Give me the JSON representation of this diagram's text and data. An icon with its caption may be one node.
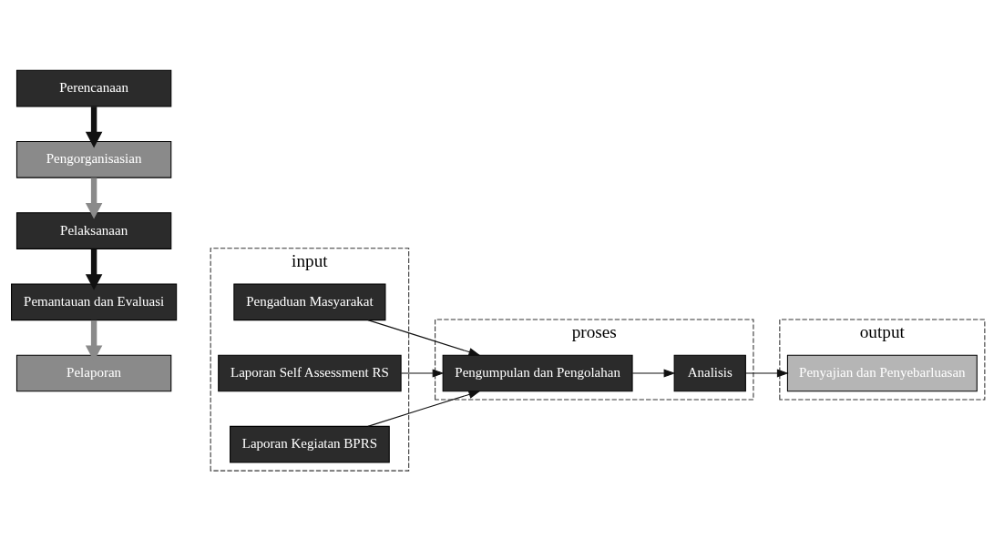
{
  "diagram": {
    "nodes": [
      {
        "text": [
          "Perencanaan"
        ]
      },
      {
        "text": [
          "Pengorganisasian"
        ]
      },
      {
        "text": [
          "Pelaksanaan"
        ]
      },
      {
        "text": [
          "Pemantauan dan Evaluasi"
        ]
      },
      {
        "text": [
          "Pelaporan"
        ]
      },
      {
        "text": [
          "input"
        ]
      },
      {
        "text": [
          "Pengaduan Masyarakat"
        ],
        "in": 5
      },
      {
        "text": [
          "Laporan Self Assessment RS"
        ],
        "in": 5
      },
      {
        "text": [
          "Laporan Kegiatan BPRS"
        ],
        "in": 5
      },
      {
        "text": [
          "proses"
        ]
      },
      {
        "text": [
          "Pengumpulan dan Pengolahan"
        ],
        "in": 9
      },
      {
        "text": [
          "Analisis"
        ],
        "in": 9
      },
      {
        "text": [
          "output"
        ]
      },
      {
        "text": [
          "Penyajian dan Penyebarluasan"
        ],
        "in": 12
      }
    ],
    "edges": [
      {
        "from": 0,
        "to": 1,
        "arrow": "to",
        "style": "thick"
      },
      {
        "from": 1,
        "to": 2,
        "arrow": "to",
        "style": "thick",
        "color": "#8a8a8a"
      },
      {
        "from": 2,
        "to": 3,
        "arrow": "to",
        "style": "thick"
      },
      {
        "from": 3,
        "to": 4,
        "arrow": "to",
        "style": "thick",
        "color": "#8a8a8a"
      },
      {
        "from": 6,
        "to": 10,
        "arrow": "to"
      },
      {
        "from": 7,
        "to": 10,
        "arrow": "to"
      },
      {
        "from": 8,
        "to": 10,
        "arrow": "to"
      },
      {
        "from": 10,
        "to": 11,
        "arrow": "to"
      },
      {
        "from": 11,
        "to": 13,
        "arrow": "to"
      }
    ]
  }
}
